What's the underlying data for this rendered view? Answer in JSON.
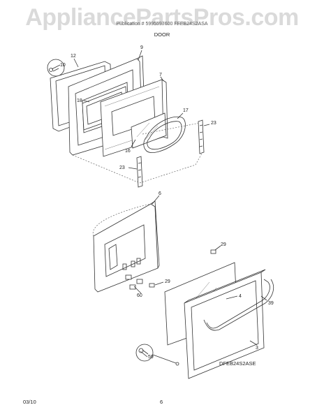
{
  "watermark": "AppliancePartsPros.com",
  "header_line": "Publication # 5995597600    FFEB24S2ASA",
  "section_title": "DOOR",
  "diagram_code": "DFEB24S2ASE",
  "footer": {
    "date": "03/10",
    "page": "6"
  },
  "callouts": [
    "9",
    "12",
    "10",
    "7",
    "18",
    "17",
    "23",
    "16",
    "23",
    "6",
    "29",
    "29",
    "4",
    "39",
    "60",
    "3",
    "59"
  ]
}
